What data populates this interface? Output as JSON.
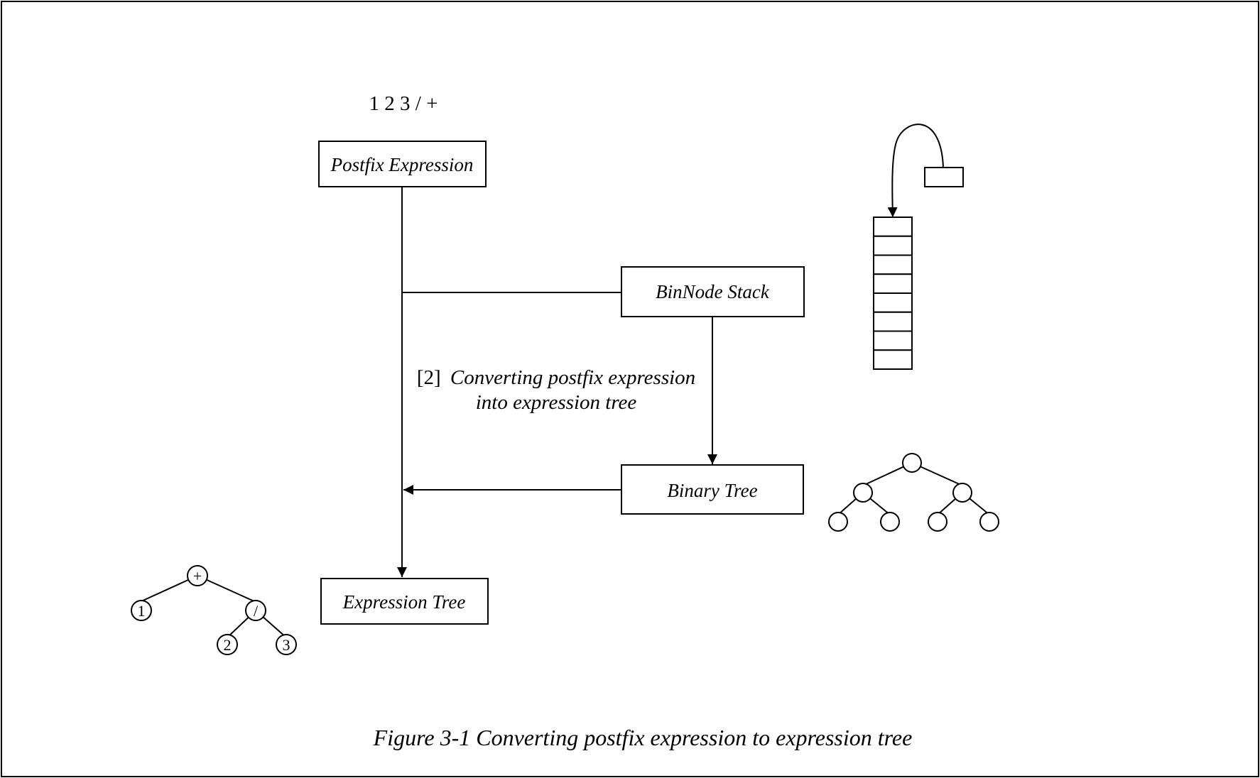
{
  "input_expression": "1 2 3 / +",
  "boxes": {
    "postfix": "Postfix Expression",
    "stack": "BinNode Stack",
    "binary_tree": "Binary Tree",
    "expression_tree": "Expression Tree"
  },
  "step_note": {
    "number": "[2]",
    "line1": "Converting postfix expression",
    "line2": "into expression tree"
  },
  "example_tree": {
    "root": "+",
    "left": "1",
    "right": "/",
    "right_left": "2",
    "right_right": "3"
  },
  "stack_cells": 8,
  "caption": "Figure 3-1 Converting postfix expression to expression tree"
}
